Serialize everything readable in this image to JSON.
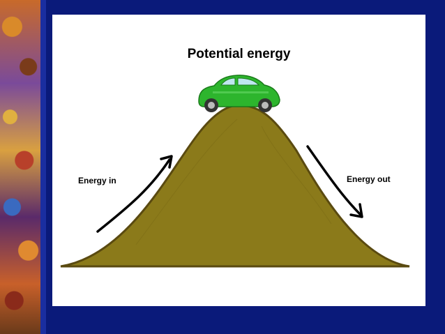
{
  "slide": {
    "title": "Potential energy",
    "label_in": "Energy in",
    "label_out": "Energy out"
  },
  "colors": {
    "background": "#0a1a7a",
    "canvas": "#ffffff",
    "hill_fill": "#8b7a1a",
    "hill_stroke": "#5a4a10",
    "car_body": "#2db52d",
    "arrow": "#000000"
  },
  "icons": {
    "car": "green-car-icon",
    "arrow_in": "curved-arrow-up-right",
    "arrow_out": "curved-arrow-down-right"
  }
}
